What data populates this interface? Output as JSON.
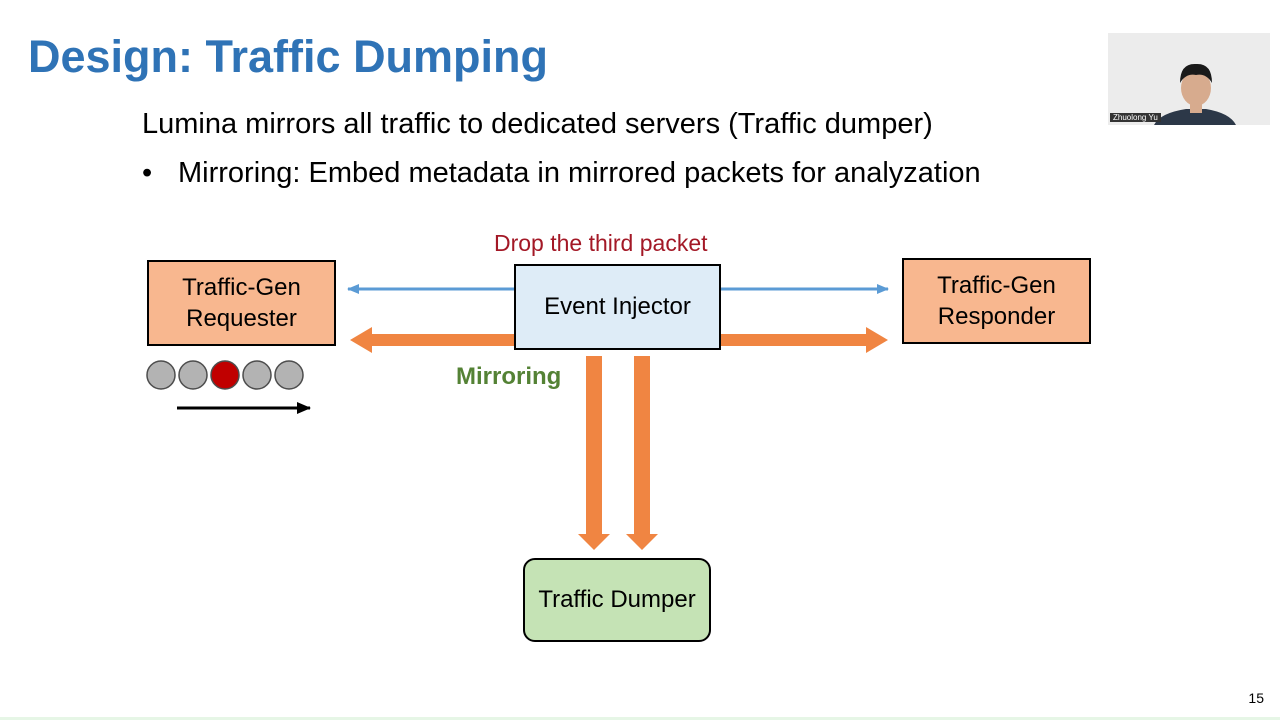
{
  "slide": {
    "title": "Design: Traffic Dumping",
    "subtitle": "Lumina mirrors all traffic to dedicated servers (Traffic dumper)",
    "bullet_marker": "•",
    "bullet": "Mirroring: Embed metadata in mirrored packets for analyzation",
    "page_number": "15"
  },
  "diagram": {
    "requester_label": "Traffic-Gen Requester",
    "injector_label": "Event Injector",
    "responder_label": "Traffic-Gen Responder",
    "dumper_label": "Traffic Dumper",
    "drop_label": "Drop the third packet",
    "mirroring_label": "Mirroring",
    "packets": [
      {
        "dropped": false
      },
      {
        "dropped": false
      },
      {
        "dropped": true
      },
      {
        "dropped": false
      },
      {
        "dropped": false
      }
    ]
  },
  "video": {
    "participant_name": "Zhuolong Yu"
  },
  "colors": {
    "title": "#2f73b6",
    "orange_box": "#f8b78f",
    "blue_box": "#deecf7",
    "green_box": "#c5e3b5",
    "blue_arrow": "#5b9bd5",
    "orange_arrow": "#f08542",
    "drop_text": "#a31826",
    "mirroring_text": "#548235",
    "packet_normal": "#b3b3b3",
    "packet_dropped": "#c00000"
  }
}
